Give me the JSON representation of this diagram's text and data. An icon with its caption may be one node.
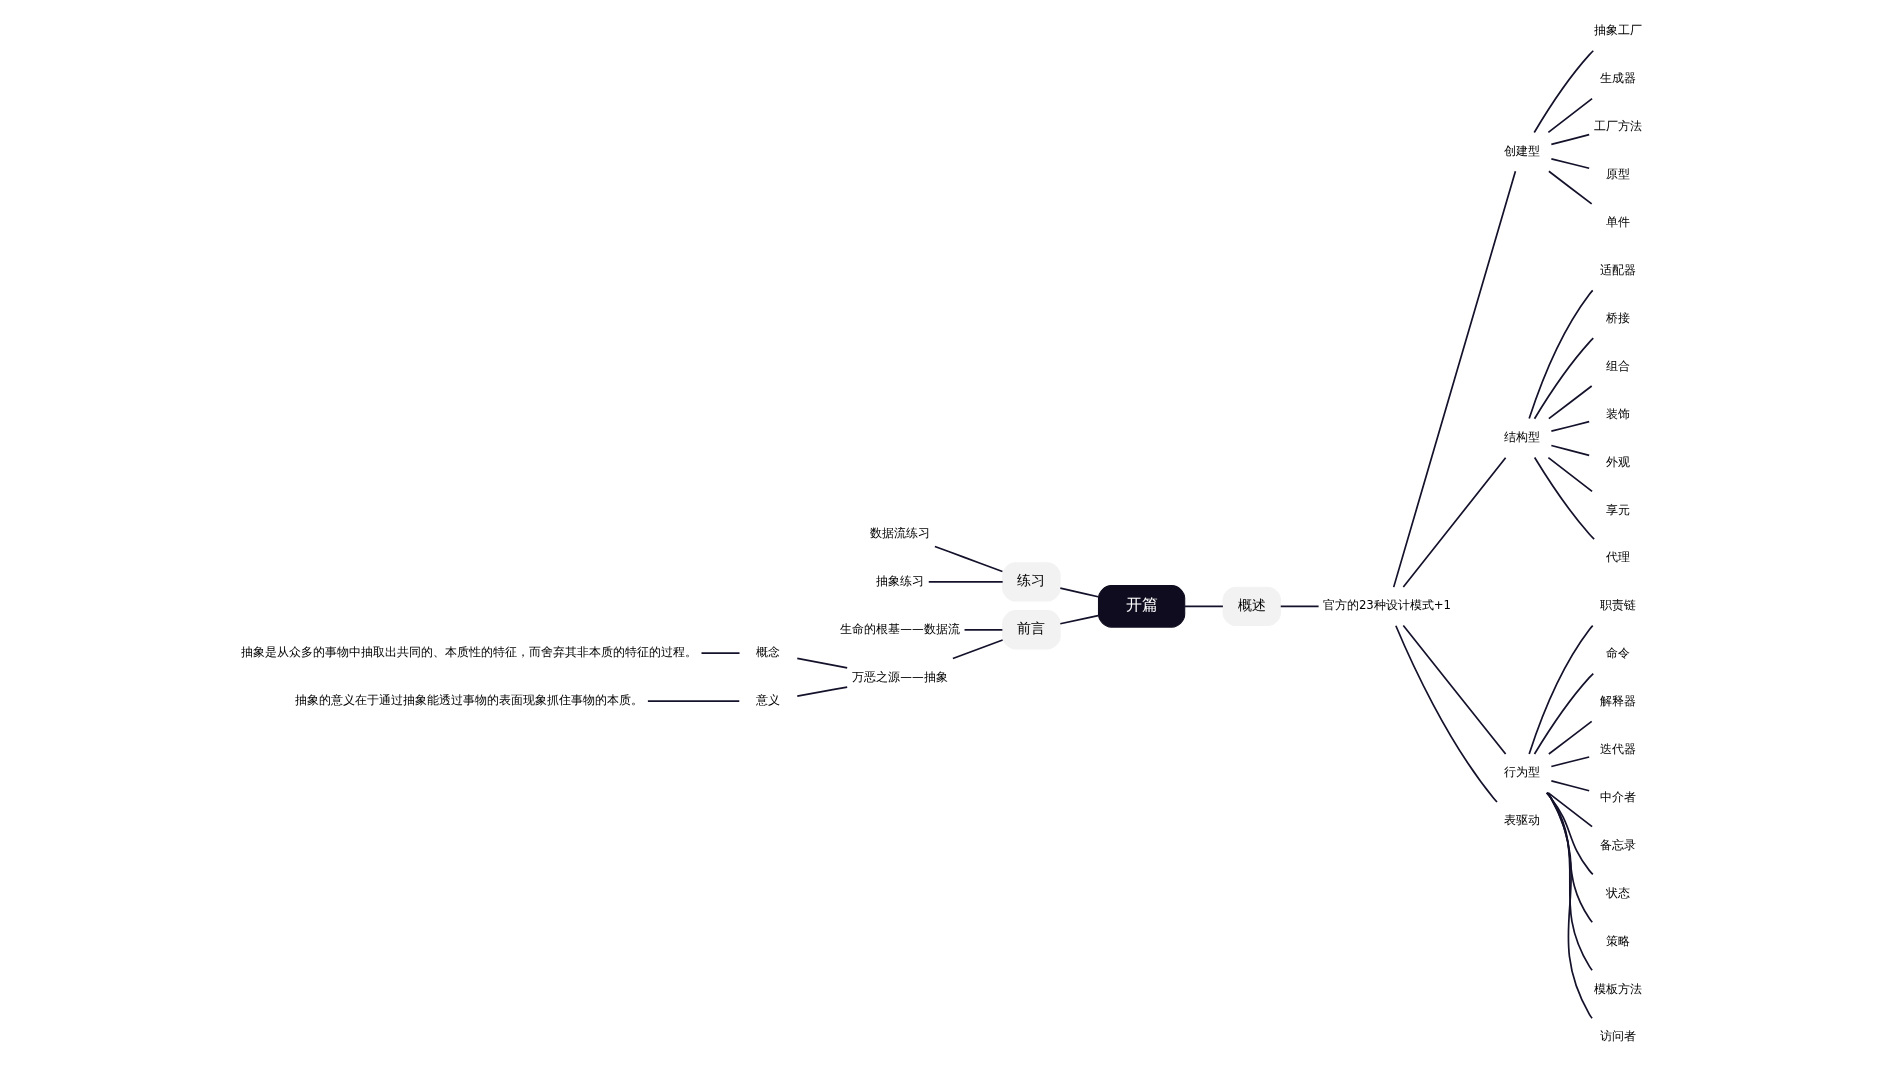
{
  "diagram": {
    "nodes": [
      {
        "text": [
          "开篇"
        ]
      },
      {
        "text": [
          "练习"
        ]
      },
      {
        "text": [
          "数据流练习"
        ]
      },
      {
        "text": [
          "抽象练习"
        ]
      },
      {
        "text": [
          "前言"
        ]
      },
      {
        "text": [
          "生命的根基——数据流"
        ]
      },
      {
        "text": [
          "万恶之源——抽象"
        ]
      },
      {
        "text": [
          "概念"
        ]
      },
      {
        "text": [
          "抽象是从众多的事物中抽取出共同的、本质性的特征，而舍弃其非本质的特征的过程。"
        ]
      },
      {
        "text": [
          "意义"
        ]
      },
      {
        "text": [
          "抽象的意义在于通过抽象能透过事物的表面现象抓住事物的本质。"
        ]
      },
      {
        "text": [
          "概述"
        ]
      },
      {
        "text": [
          "官方的23种设计模式+1"
        ]
      },
      {
        "text": [
          "创建型"
        ]
      },
      {
        "text": [
          "抽象工厂"
        ]
      },
      {
        "text": [
          "生成器"
        ]
      },
      {
        "text": [
          "工厂方法"
        ]
      },
      {
        "text": [
          "原型"
        ]
      },
      {
        "text": [
          "单件"
        ]
      },
      {
        "text": [
          "结构型"
        ]
      },
      {
        "text": [
          "适配器"
        ]
      },
      {
        "text": [
          "桥接"
        ]
      },
      {
        "text": [
          "组合"
        ]
      },
      {
        "text": [
          "装饰"
        ]
      },
      {
        "text": [
          "外观"
        ]
      },
      {
        "text": [
          "享元"
        ]
      },
      {
        "text": [
          "代理"
        ]
      },
      {
        "text": [
          "行为型"
        ]
      },
      {
        "text": [
          "职责链"
        ]
      },
      {
        "text": [
          "命令"
        ]
      },
      {
        "text": [
          "解释器"
        ]
      },
      {
        "text": [
          "迭代器"
        ]
      },
      {
        "text": [
          "中介者"
        ]
      },
      {
        "text": [
          "备忘录"
        ]
      },
      {
        "text": [
          "状态"
        ]
      },
      {
        "text": [
          "策略"
        ]
      },
      {
        "text": [
          "模板方法"
        ]
      },
      {
        "text": [
          "访问者"
        ]
      },
      {
        "text": [
          "表驱动"
        ]
      }
    ],
    "edges": [
      {
        "from": 0,
        "to": 1,
        "arrow": "none"
      },
      {
        "from": 1,
        "to": 2,
        "arrow": "none"
      },
      {
        "from": 1,
        "to": 3,
        "arrow": "none"
      },
      {
        "from": 0,
        "to": 4,
        "arrow": "none"
      },
      {
        "from": 4,
        "to": 5,
        "arrow": "none"
      },
      {
        "from": 4,
        "to": 6,
        "arrow": "none"
      },
      {
        "from": 6,
        "to": 7,
        "arrow": "none"
      },
      {
        "from": 7,
        "to": 8,
        "arrow": "none"
      },
      {
        "from": 6,
        "to": 9,
        "arrow": "none"
      },
      {
        "from": 9,
        "to": 10,
        "arrow": "none"
      },
      {
        "from": 0,
        "to": 11,
        "arrow": "none"
      },
      {
        "from": 11,
        "to": 12,
        "arrow": "none"
      },
      {
        "from": 12,
        "to": 13,
        "arrow": "none"
      },
      {
        "from": 13,
        "to": 14,
        "arrow": "none"
      },
      {
        "from": 13,
        "to": 15,
        "arrow": "none"
      },
      {
        "from": 13,
        "to": 16,
        "arrow": "none"
      },
      {
        "from": 13,
        "to": 17,
        "arrow": "none"
      },
      {
        "from": 13,
        "to": 18,
        "arrow": "none"
      },
      {
        "from": 12,
        "to": 19,
        "arrow": "none"
      },
      {
        "from": 19,
        "to": 20,
        "arrow": "none"
      },
      {
        "from": 19,
        "to": 21,
        "arrow": "none"
      },
      {
        "from": 19,
        "to": 22,
        "arrow": "none"
      },
      {
        "from": 19,
        "to": 23,
        "arrow": "none"
      },
      {
        "from": 19,
        "to": 24,
        "arrow": "none"
      },
      {
        "from": 19,
        "to": 25,
        "arrow": "none"
      },
      {
        "from": 19,
        "to": 26,
        "arrow": "none"
      },
      {
        "from": 12,
        "to": 27,
        "arrow": "none"
      },
      {
        "from": 27,
        "to": 28,
        "arrow": "none"
      },
      {
        "from": 27,
        "to": 29,
        "arrow": "none"
      },
      {
        "from": 27,
        "to": 30,
        "arrow": "none"
      },
      {
        "from": 27,
        "to": 31,
        "arrow": "none"
      },
      {
        "from": 27,
        "to": 32,
        "arrow": "none"
      },
      {
        "from": 27,
        "to": 33,
        "arrow": "none"
      },
      {
        "from": 27,
        "to": 34,
        "arrow": "none"
      },
      {
        "from": 27,
        "to": 35,
        "arrow": "none"
      },
      {
        "from": 27,
        "to": 36,
        "arrow": "none"
      },
      {
        "from": 27,
        "to": 37,
        "arrow": "none"
      },
      {
        "from": 12,
        "to": 38,
        "arrow": "none"
      }
    ]
  }
}
